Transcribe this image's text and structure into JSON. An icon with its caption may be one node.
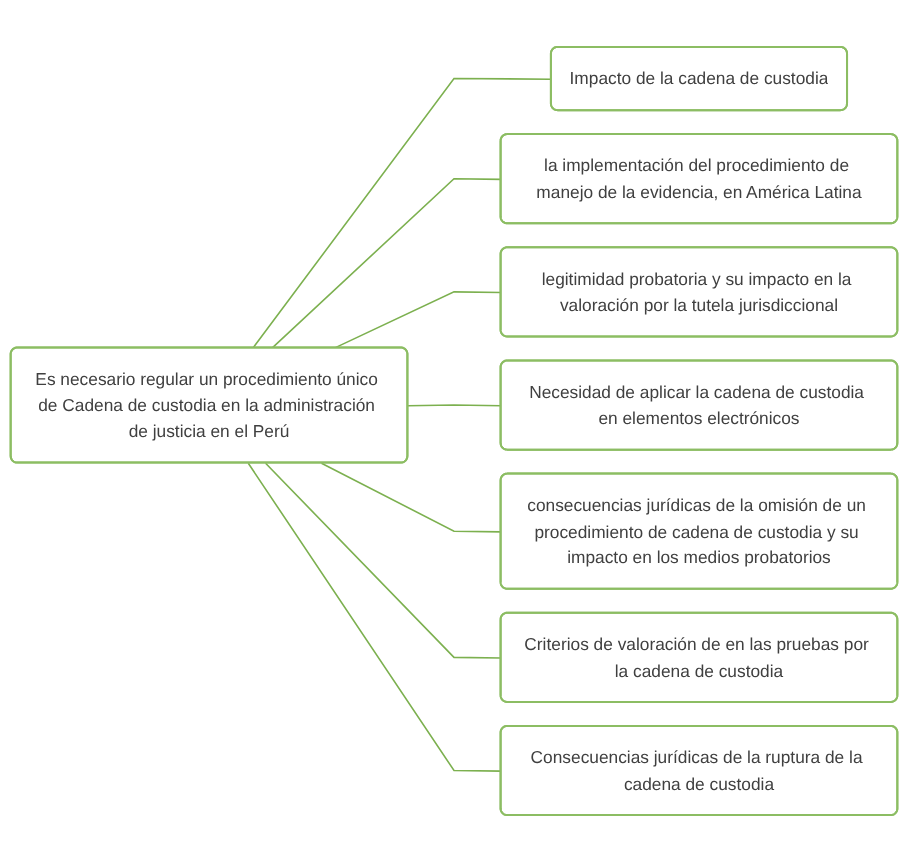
{
  "diagram": {
    "nodes": [
      {
        "text": [
          "Es necesario regular un procedimiento único de Cadena de custodia en la administración de justicia en el Perú"
        ]
      },
      {
        "text": [
          "Impacto de la cadena de custodia"
        ]
      },
      {
        "text": [
          "la implementación del procedimiento de manejo de la evidencia, en América Latina"
        ]
      },
      {
        "text": [
          "legitimidad probatoria y su impacto en la valoración por la tutela jurisdiccional"
        ]
      },
      {
        "text": [
          "Necesidad de aplicar la cadena de custodia en elementos electrónicos"
        ]
      },
      {
        "text": [
          "consecuencias jurídicas de la omisión de un procedimiento de cadena de custodia y su impacto en los medios probatorios"
        ]
      },
      {
        "text": [
          "Criterios de valoración de en las pruebas por la cadena de custodia"
        ]
      },
      {
        "text": [
          "Consecuencias jurídicas de la ruptura de la cadena de custodia"
        ]
      }
    ],
    "edges": [
      {
        "from": 0,
        "to": 1,
        "arrow": "none"
      },
      {
        "from": 0,
        "to": 2,
        "arrow": "none"
      },
      {
        "from": 0,
        "to": 3,
        "arrow": "none"
      },
      {
        "from": 0,
        "to": 4,
        "arrow": "none"
      },
      {
        "from": 0,
        "to": 5,
        "arrow": "none"
      },
      {
        "from": 0,
        "to": 6,
        "arrow": "none"
      },
      {
        "from": 0,
        "to": 7,
        "arrow": "none"
      }
    ]
  }
}
